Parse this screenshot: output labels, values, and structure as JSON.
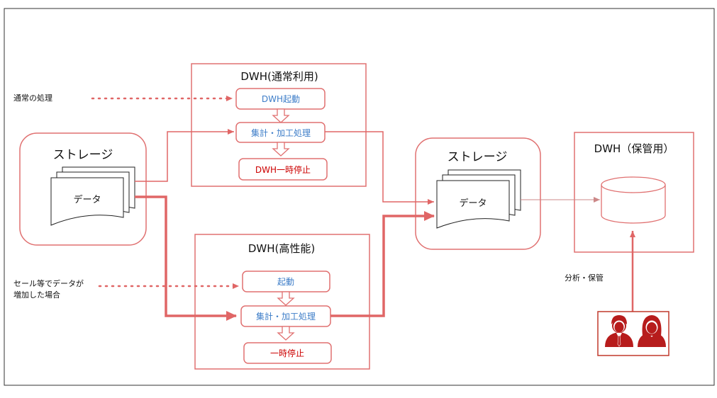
{
  "labels": {
    "normal_process": "通常の処理",
    "sale_line1": "セール等でデータが",
    "sale_line2": "増加した場合",
    "analysis": "分析・保管"
  },
  "storage_left": {
    "title": "ストレージ",
    "doc": "データ"
  },
  "storage_right": {
    "title": "ストレージ",
    "doc": "データ"
  },
  "dwh_normal": {
    "title": "DWH(通常利用)",
    "steps": [
      "DWH起動",
      "集計・加工処理",
      "DWH一時停止"
    ]
  },
  "dwh_high": {
    "title": "DWH(高性能)",
    "steps": [
      "起動",
      "集計・加工処理",
      "一時停止"
    ]
  },
  "dwh_archive": {
    "title": "DWH（保管用）"
  },
  "colors": {
    "accent": "#e06666",
    "box_stroke": "#d9534f",
    "blue_text": "#3d7dc8",
    "red_text": "#cc0000",
    "avatar": "#b71c1c"
  }
}
